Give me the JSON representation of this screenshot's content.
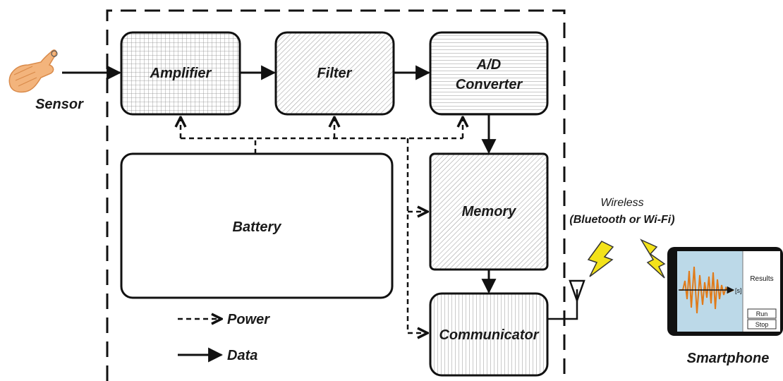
{
  "blocks": {
    "sensor": "Sensor",
    "amplifier": "Amplifier",
    "filter": "Filter",
    "ad_converter": [
      "A/D",
      "Converter"
    ],
    "battery": "Battery",
    "memory": "Memory",
    "communicator": "Communicator",
    "smartphone": "Smartphone"
  },
  "wireless": {
    "line1": "Wireless",
    "line2": "(Bluetooth or Wi-Fi)"
  },
  "legend": {
    "power": "Power",
    "data": "Data"
  },
  "phone_screen": {
    "results": "Results",
    "unit": "[s]",
    "run": "Run",
    "stop": "Stop"
  },
  "colors": {
    "line": "#111111",
    "screen": "#bcd9e8",
    "signal": "#e07b1a",
    "bolt": "#f3e21a"
  }
}
